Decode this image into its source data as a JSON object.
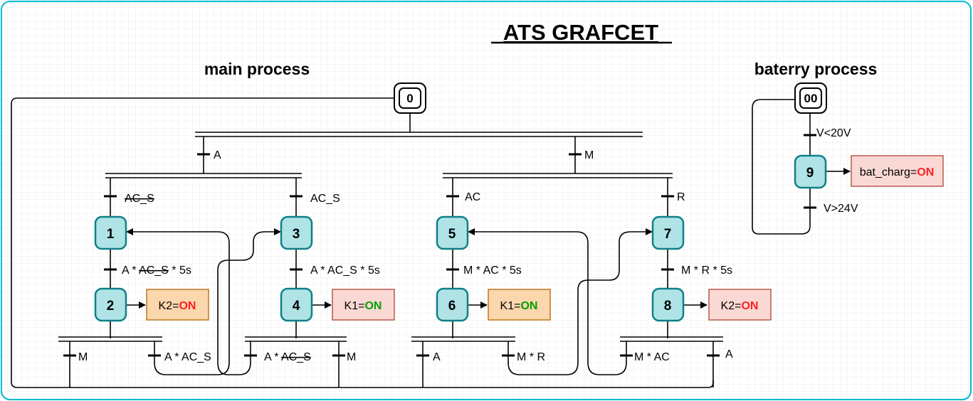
{
  "title": "ATS GRAFCET",
  "sections": {
    "main": "main process",
    "battery": "baterry process"
  },
  "steps": {
    "s0": "0",
    "s1": "1",
    "s2": "2",
    "s3": "3",
    "s4": "4",
    "s5": "5",
    "s6": "6",
    "s7": "7",
    "s8": "8",
    "s9": "9",
    "s00": "00"
  },
  "actions": {
    "a2": {
      "name": "K2=",
      "state": "ON"
    },
    "a4": {
      "name": "K1=",
      "state": "ON"
    },
    "a6": {
      "name": "K1=",
      "state": "ON"
    },
    "a8": {
      "name": "K2=",
      "state": "ON"
    },
    "a9": {
      "name": "bat_charg=",
      "state": "ON"
    }
  },
  "transitions": {
    "t_A": "A",
    "t_M": "M",
    "t_1": "AC_S",
    "t_3": "AC_S",
    "t_5": "AC",
    "t_7": "R",
    "t_12_pre": "A * ",
    "t_12_ac": "AC_S",
    "t_12_post": " * 5s",
    "t_34": "A * AC_S * 5s",
    "t_56": "M * AC * 5s",
    "t_78": "M * R * 5s",
    "t_2M": "M",
    "t_2A": "A * AC_S",
    "t_4A_pre": "A * ",
    "t_4A_ac": "AC_S",
    "t_4M": "M",
    "t_6A": "A",
    "t_6MR": "M * R",
    "t_8MAC": "M * AC",
    "t_8A": "A",
    "t_V20": "V<20V",
    "t_V24": "V>24V"
  },
  "colors": {
    "frame": "#00bcd4",
    "step_fill": "#b0e3e6",
    "step_stroke": "#0e8088",
    "action_orange_fill": "#fad7ac",
    "action_orange_stroke": "#b46504",
    "action_red_fill": "#fad9d5",
    "action_red_stroke": "#ae4132",
    "on_green": "#00a000",
    "on_red": "#ff2020"
  }
}
